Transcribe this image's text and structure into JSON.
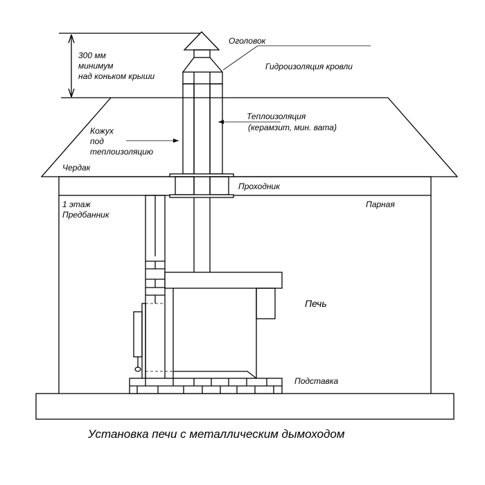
{
  "labels": {
    "dimension_line1": "300 мм",
    "dimension_line2": "минимум",
    "dimension_line3": "над коньком крыши",
    "cap": "Оголовок",
    "roof_waterproofing": "Гидроизоляция кровли",
    "insulation_line1": "Теплоизоляция",
    "insulation_line2": "(керамзит, мин. вата)",
    "casing_line1": "Кожух",
    "casing_line2": "под",
    "casing_line3": "теплоизоляцию",
    "attic": "Чердак",
    "passage": "Проходник",
    "floor_line1": "1 этаж",
    "floor_line2": "Предбанник",
    "steam_room": "Парная",
    "stove": "Печь",
    "stand": "Подставка"
  },
  "caption": "Установка печи с металлическим дымоходом"
}
